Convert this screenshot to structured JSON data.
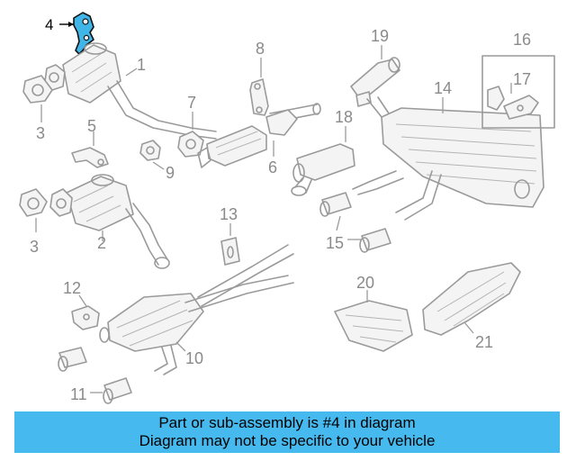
{
  "callouts": {
    "c1": "1",
    "c2": "2",
    "c3a": "3",
    "c3b": "3",
    "c4": "4",
    "c5": "5",
    "c6": "6",
    "c7": "7",
    "c8": "8",
    "c9": "9",
    "c10": "10",
    "c11": "11",
    "c12": "12",
    "c13": "13",
    "c14": "14",
    "c15": "15",
    "c16": "16",
    "c17": "17",
    "c18": "18",
    "c19": "19",
    "c20": "20",
    "c21": "21"
  },
  "footer": {
    "line1": "Part or sub-assembly is #4 in diagram",
    "line2": "Diagram may not be specific to your vehicle"
  },
  "colors": {
    "highlight": "#3fb5e8",
    "banner": "#46b9ee",
    "lineart": "#9a9a9a"
  }
}
